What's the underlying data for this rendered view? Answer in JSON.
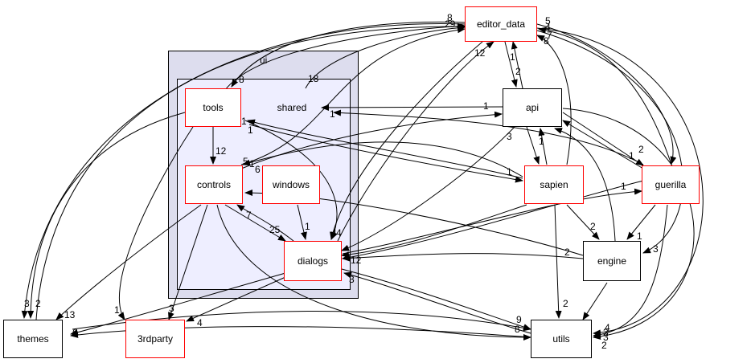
{
  "clusters": {
    "ui": {
      "label": "ui",
      "fill": "#ddddee"
    },
    "inner": {
      "label": "",
      "fill": "#eeeeff"
    }
  },
  "nodes": {
    "editor_data": "editor_data",
    "api": "api",
    "shared": "shared",
    "tools": "tools",
    "controls": "controls",
    "windows": "windows",
    "dialogs": "dialogs",
    "sapien": "sapien",
    "guerilla": "guerilla",
    "engine": "engine",
    "themes": "themes",
    "3rdparty": "3rdparty",
    "utils": "utils"
  },
  "edge_labels": [
    "8",
    "29",
    "8",
    "18",
    "12",
    "1",
    "2",
    "1",
    "1",
    "3",
    "1",
    "1",
    "12",
    "5",
    "1",
    "6",
    "1",
    "1",
    "2",
    "1",
    "1",
    "7",
    "25",
    "1",
    "4",
    "4",
    "12",
    "3",
    "2",
    "1",
    "3",
    "2",
    "2",
    "9",
    "8",
    "3",
    "2",
    "13",
    "1",
    "3",
    "4",
    "6",
    "3",
    "2",
    "5",
    "4",
    "7",
    "8",
    "4",
    "3"
  ],
  "colors": {
    "edge": "#000000",
    "red_border": "#ff0000",
    "black_border": "#000000"
  }
}
